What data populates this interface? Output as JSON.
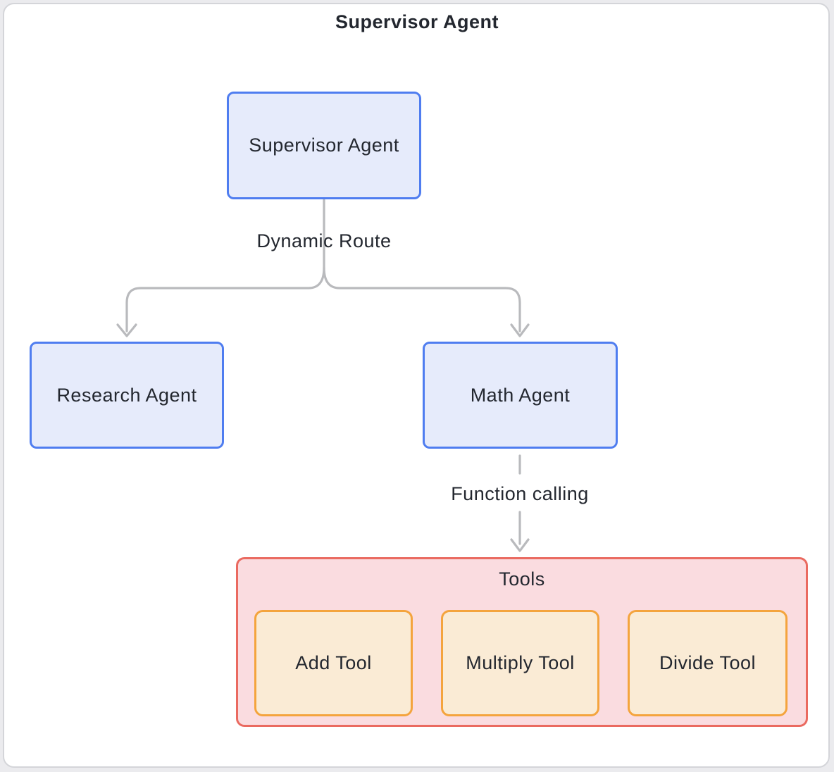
{
  "diagram": {
    "title": "Supervisor Agent",
    "nodes": {
      "supervisor": {
        "label": "Supervisor Agent"
      },
      "research": {
        "label": "Research Agent"
      },
      "math": {
        "label": "Math Agent"
      }
    },
    "edges": {
      "dynamic_route": {
        "label": "Dynamic Route",
        "from": "supervisor",
        "to": [
          "research",
          "math"
        ]
      },
      "function_calling": {
        "label": "Function calling",
        "from": "math",
        "to": "tools"
      }
    },
    "tools_group": {
      "label": "Tools",
      "items": [
        {
          "label": "Add Tool"
        },
        {
          "label": "Multiply Tool"
        },
        {
          "label": "Divide Tool"
        }
      ]
    },
    "colors": {
      "agent_node_fill": "#e6ebfb",
      "agent_node_border": "#4f7df0",
      "tools_container_fill": "#fadce0",
      "tools_container_border": "#ea6a60",
      "tool_node_fill": "#faebd5",
      "tool_node_border": "#f4a43d",
      "connector": "#b9babd",
      "frame_border": "#d4d5d9",
      "text": "#23272f"
    }
  }
}
